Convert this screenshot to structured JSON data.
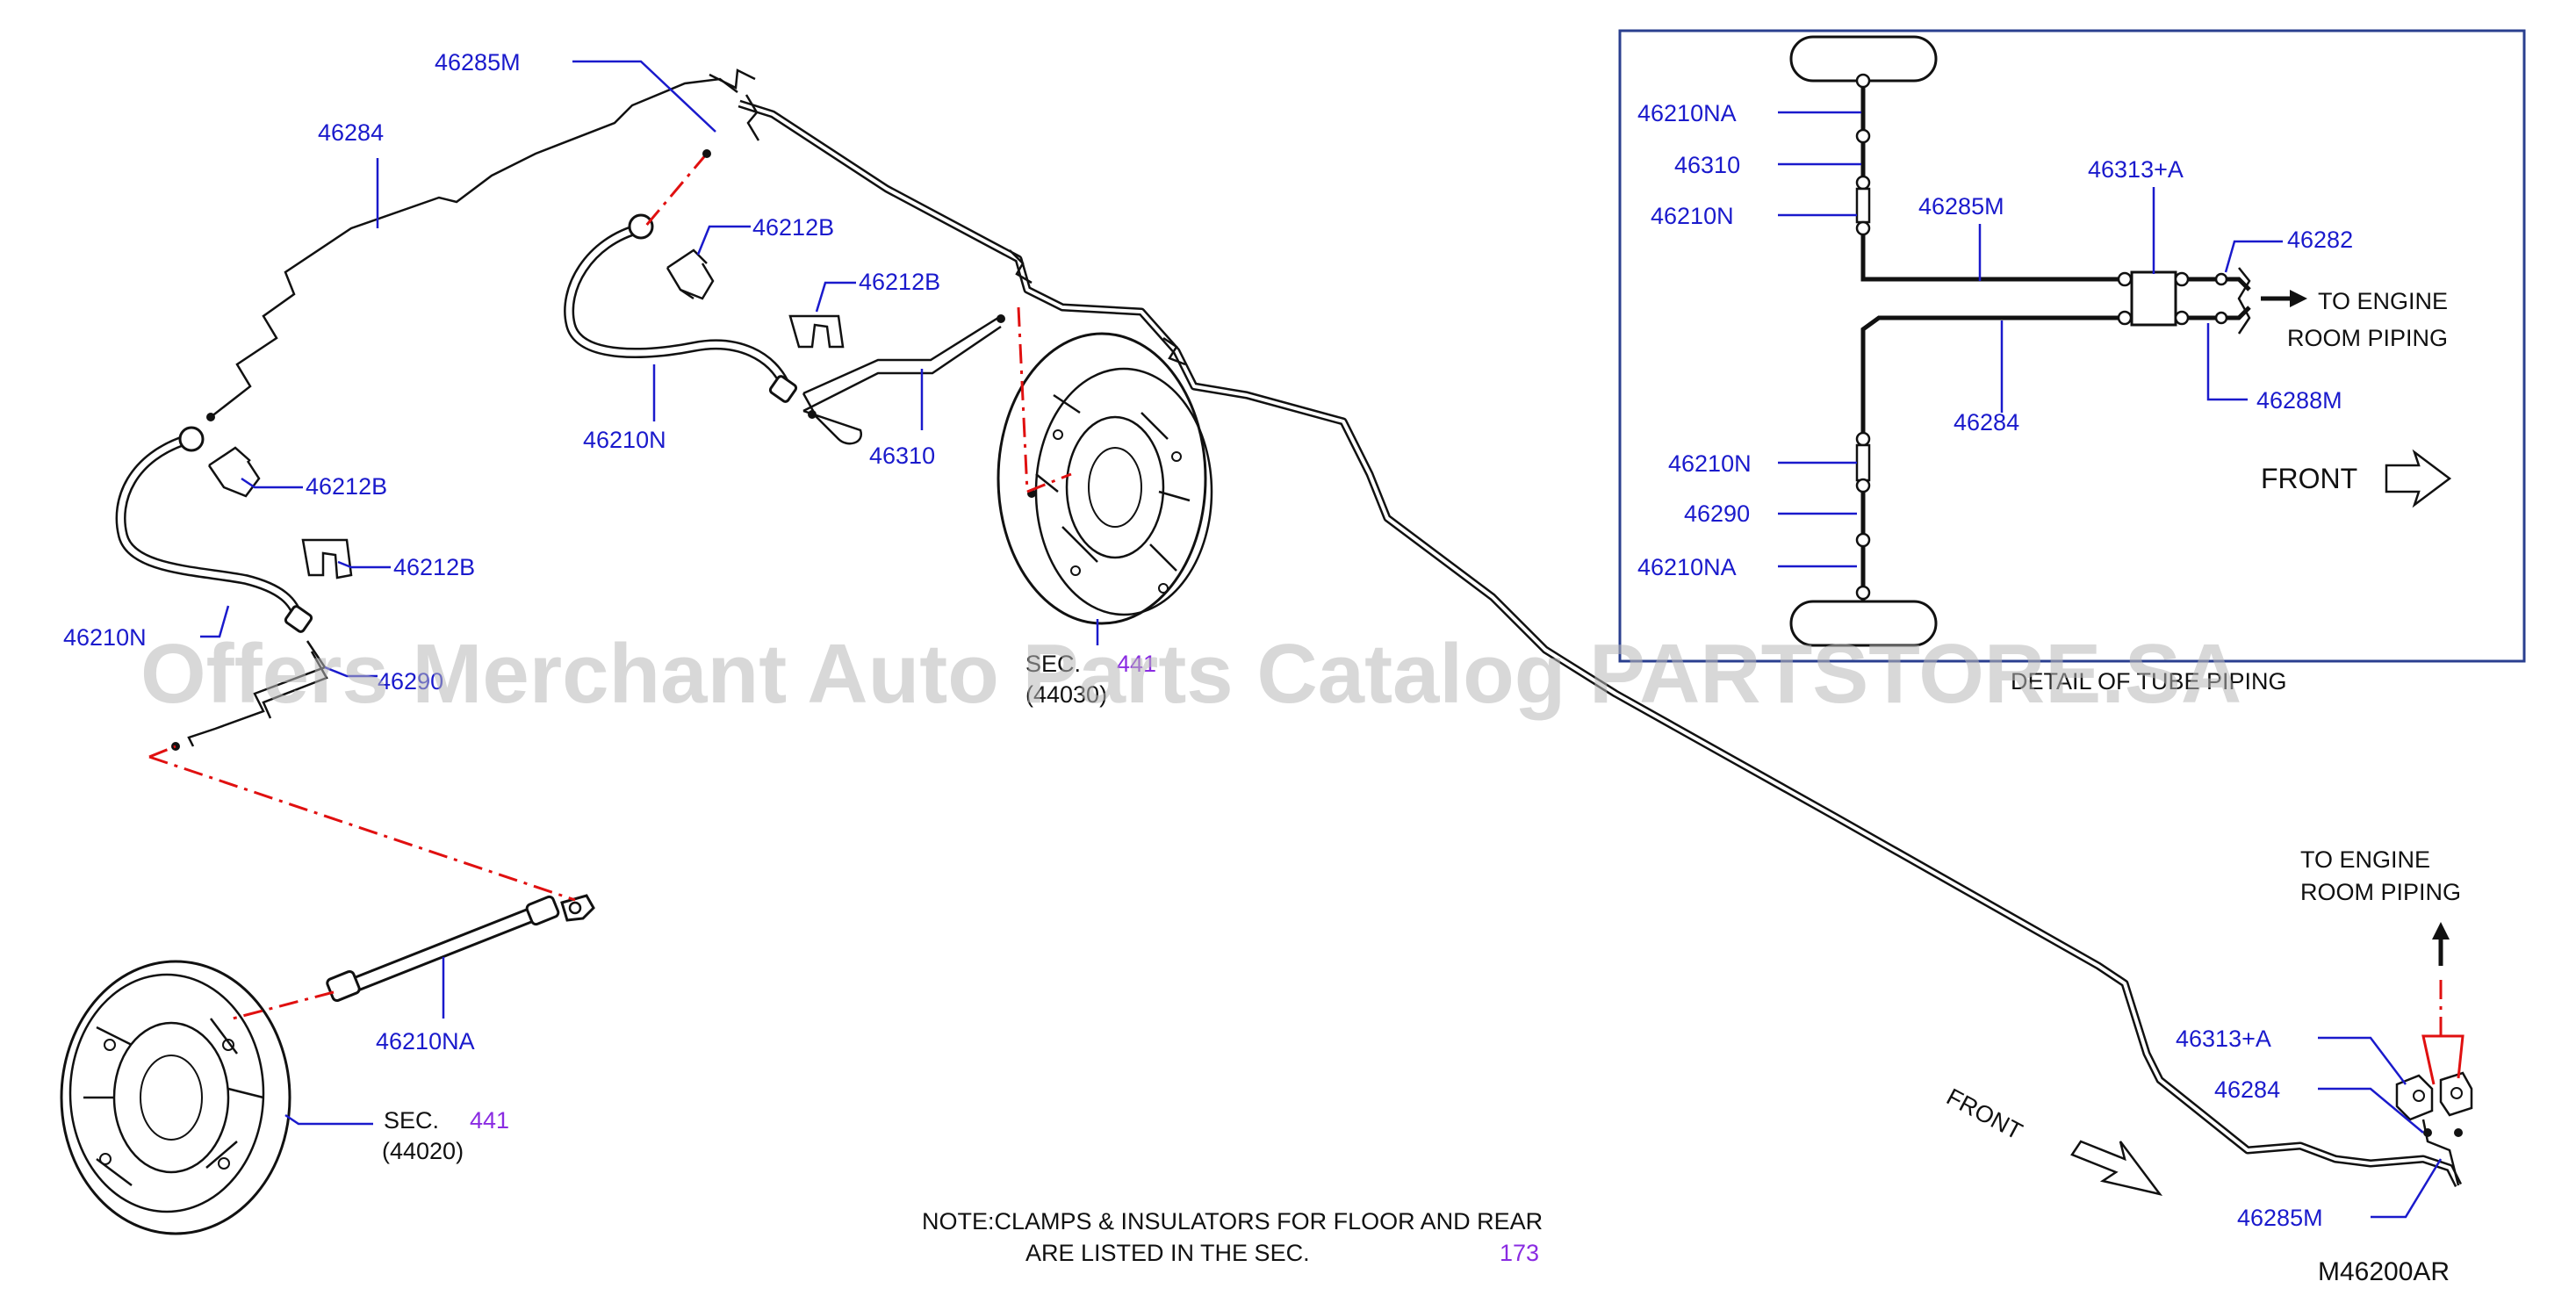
{
  "labels": {
    "p46285m_top": "46285M",
    "p46284_top": "46284",
    "p46212b_1": "46212B",
    "p46212b_2": "46212B",
    "p46212b_3": "46212B",
    "p46212b_4": "46212B",
    "p46210n_mid": "46210N",
    "p46310": "46310",
    "p46210n_left": "46210N",
    "p46290": "46290",
    "p46210na": "46210NA",
    "sec_left": "SEC.",
    "sec_left_num": "441",
    "sec_left_code": "(44020)",
    "sec_mid": "SEC.",
    "sec_mid_num": "441",
    "sec_mid_code": "(44030)",
    "note_line1": "NOTE:CLAMPS  &  INSULATORS  FOR  FLOOR  AND  REAR",
    "note_line2": "ARE  LISTED  IN  THE  SEC.",
    "note_sec": "173",
    "front_lower": "FRONT",
    "to_engine_lower_1": "TO  ENGINE",
    "to_engine_lower_2": "ROOM  PIPING",
    "p46313a_lower": "46313+A",
    "p46284_lower": "46284",
    "p46285m_lower": "46285M",
    "diagram_code": "M46200AR"
  },
  "detail": {
    "title": "DETAIL OF TUBE PIPING",
    "p46210na_top": "46210NA",
    "p46310": "46310",
    "p46210n_top": "46210N",
    "p46285m": "46285M",
    "p46313a": "46313+A",
    "p46282": "46282",
    "to_engine_1": "TO  ENGINE",
    "to_engine_2": "ROOM  PIPING",
    "p46288m": "46288M",
    "p46284": "46284",
    "p46210n_bottom": "46210N",
    "p46290": "46290",
    "p46210na_bottom": "46210NA",
    "front": "FRONT"
  },
  "watermark": "Offers Merchant Auto Parts Catalog PARTSTORE.SA",
  "colors": {
    "label_blue": "#1a1acc",
    "section_purple": "#8a2be2",
    "dash_red": "#e01010",
    "detail_frame": "#2a3f8f"
  }
}
